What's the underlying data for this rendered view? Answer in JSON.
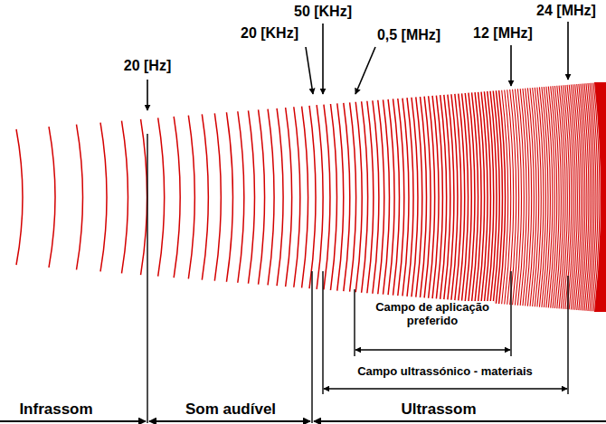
{
  "diagram": {
    "labels": [
      "50 [KHz]",
      "24 [MHz]",
      "20 [KHz]",
      "0,5 [MHz]",
      "12 [MHz]",
      "20 [Hz]",
      "Campo de aplicação preferido",
      "Campo ultrassónico - materiais",
      "Infrassom",
      "Som audível",
      "Ultrassom"
    ]
  }
}
